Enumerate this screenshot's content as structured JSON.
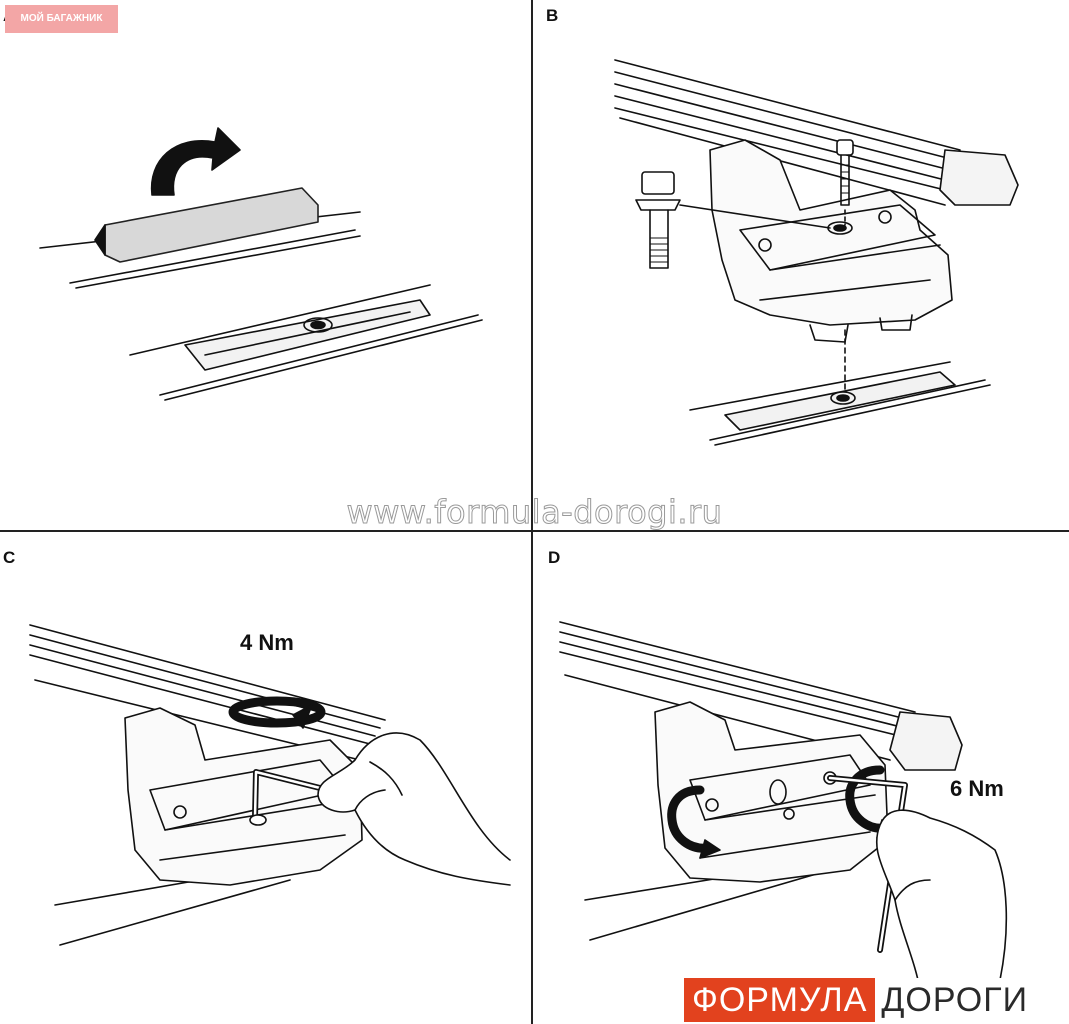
{
  "panels": {
    "a": "A",
    "b": "B",
    "c": "C",
    "d": "D"
  },
  "badge": "МОЙ БАГАЖНИК",
  "watermark": "www.formula-dorogi.ru",
  "torque_c": "4 Nm",
  "torque_d": "6 Nm",
  "logo": {
    "part1": "ФОРМУЛА",
    "part2": "ДОРОГИ",
    "accent": "#e2421e"
  },
  "icons": [
    "rotate-arrow-icon",
    "torque-arrow-icon",
    "hex-key-icon",
    "hand-icon"
  ]
}
